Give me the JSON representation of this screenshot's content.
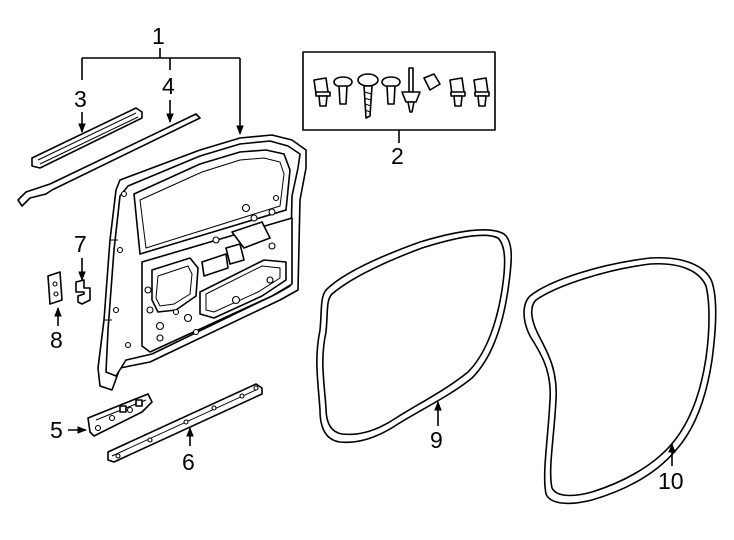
{
  "diagram": {
    "callouts": [
      "1",
      "2",
      "3",
      "4",
      "5",
      "6",
      "7",
      "8",
      "9",
      "10"
    ]
  },
  "colors": {
    "line": "#000000",
    "background": "#ffffff"
  }
}
